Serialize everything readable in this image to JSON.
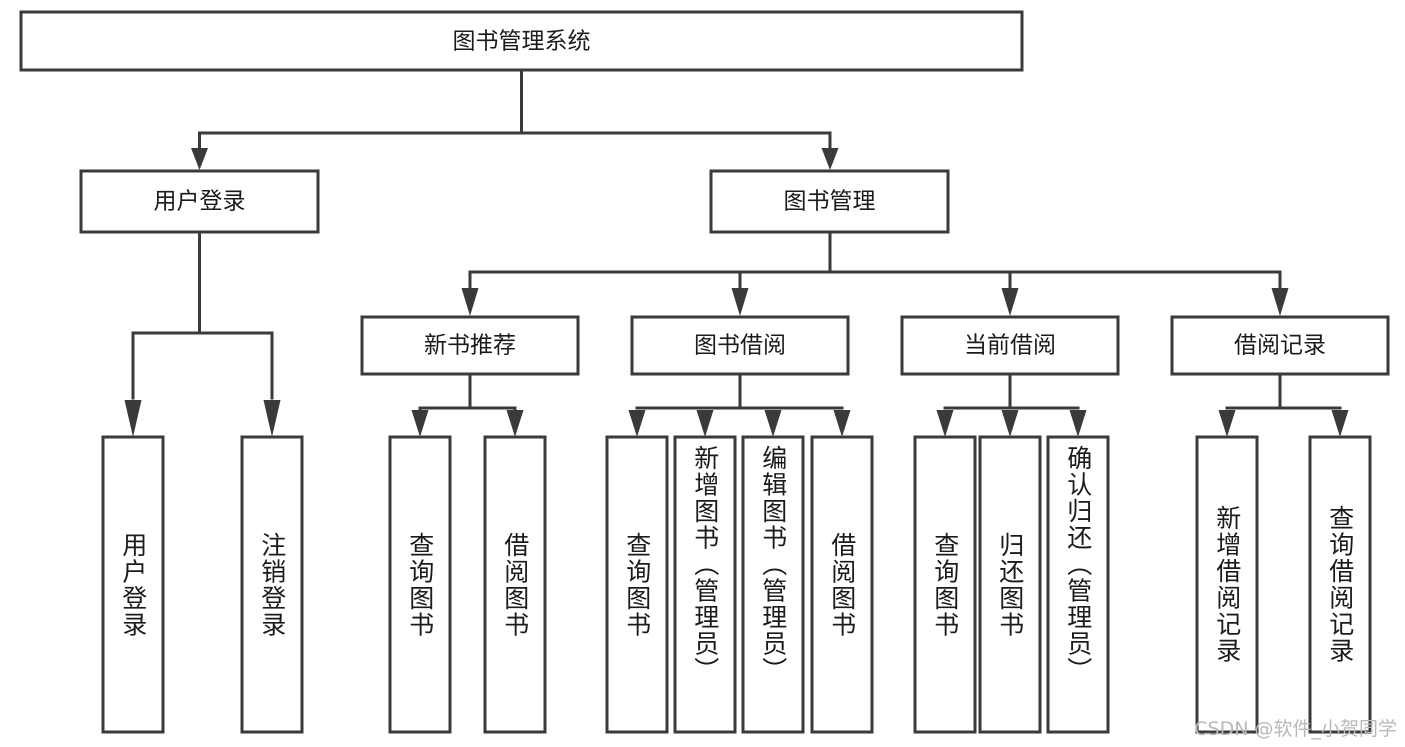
{
  "diagram": {
    "type": "tree-hierarchy",
    "title": "图书管理系统",
    "root": {
      "label": "图书管理系统"
    },
    "level2": [
      {
        "label": "用户登录"
      },
      {
        "label": "图书管理"
      }
    ],
    "level3": [
      {
        "label": "新书推荐"
      },
      {
        "label": "图书借阅"
      },
      {
        "label": "当前借阅"
      },
      {
        "label": "借阅记录"
      }
    ],
    "leaves": {
      "user_login": [
        {
          "label": "用户登录"
        },
        {
          "label": "注销登录"
        }
      ],
      "new_book_recommend": [
        {
          "label": "查询图书"
        },
        {
          "label": "借阅图书"
        }
      ],
      "book_borrow": [
        {
          "label": "查询图书"
        },
        {
          "label": "新增图书（管理员）"
        },
        {
          "label": "编辑图书（管理员）"
        },
        {
          "label": "借阅图书"
        }
      ],
      "current_borrow": [
        {
          "label": "查询图书"
        },
        {
          "label": "归还图书"
        },
        {
          "label": "确认归还（管理员）"
        }
      ],
      "borrow_record": [
        {
          "label": "新增借阅记录"
        },
        {
          "label": "查询借阅记录"
        }
      ]
    },
    "colors": {
      "stroke": "#3a3a3a",
      "fill": "#ffffff",
      "text": "#1b1b1b",
      "watermark": "#b9b9b9"
    }
  },
  "watermark": {
    "text": "CSDN @软件_小贺同学"
  }
}
